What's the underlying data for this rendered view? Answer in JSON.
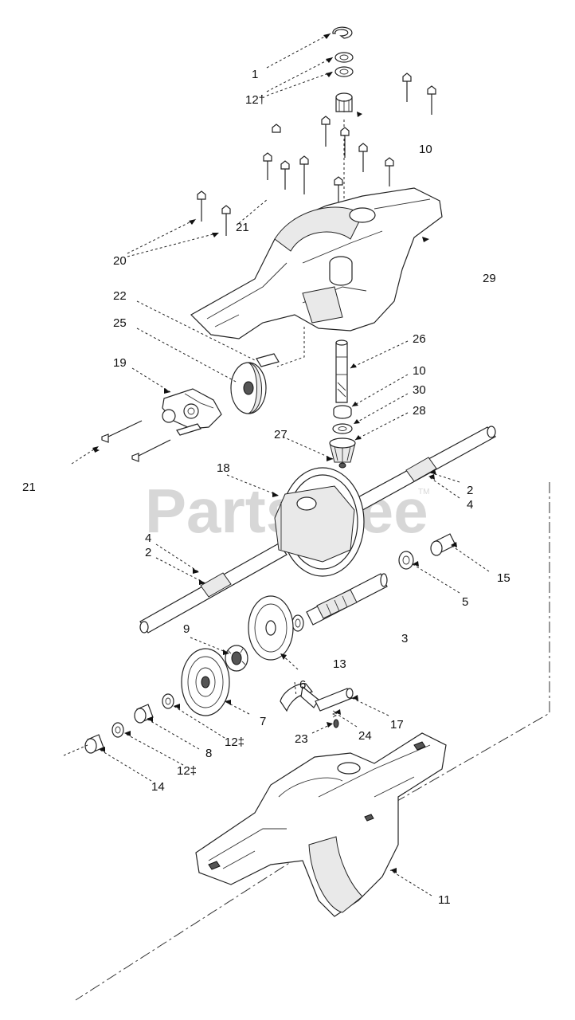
{
  "watermark": {
    "text": "PartsTree",
    "trademark": "TM"
  },
  "callouts": [
    {
      "id": "c1",
      "text": "1"
    },
    {
      "id": "c12a",
      "text": "12†"
    },
    {
      "id": "c10a",
      "text": "10"
    },
    {
      "id": "c21a",
      "text": "21"
    },
    {
      "id": "c20",
      "text": "20"
    },
    {
      "id": "c29",
      "text": "29"
    },
    {
      "id": "c22",
      "text": "22"
    },
    {
      "id": "c25",
      "text": "25"
    },
    {
      "id": "c19",
      "text": "19"
    },
    {
      "id": "c26",
      "text": "26"
    },
    {
      "id": "c10b",
      "text": "10"
    },
    {
      "id": "c30",
      "text": "30"
    },
    {
      "id": "c28",
      "text": "28"
    },
    {
      "id": "c27",
      "text": "27"
    },
    {
      "id": "c21b",
      "text": "21"
    },
    {
      "id": "c18",
      "text": "18"
    },
    {
      "id": "c2a",
      "text": "2"
    },
    {
      "id": "c4a",
      "text": "4"
    },
    {
      "id": "c4b",
      "text": "4"
    },
    {
      "id": "c2b",
      "text": "2"
    },
    {
      "id": "c15",
      "text": "15"
    },
    {
      "id": "c5",
      "text": "5"
    },
    {
      "id": "c3",
      "text": "3"
    },
    {
      "id": "c9",
      "text": "9"
    },
    {
      "id": "c13",
      "text": "13"
    },
    {
      "id": "c6",
      "text": "6"
    },
    {
      "id": "c7",
      "text": "7"
    },
    {
      "id": "c17",
      "text": "17"
    },
    {
      "id": "c24",
      "text": "24"
    },
    {
      "id": "c23",
      "text": "23"
    },
    {
      "id": "c12b",
      "text": "12‡"
    },
    {
      "id": "c8",
      "text": "8"
    },
    {
      "id": "c12c",
      "text": "12‡"
    },
    {
      "id": "c14",
      "text": "14"
    },
    {
      "id": "c11",
      "text": "11"
    }
  ]
}
